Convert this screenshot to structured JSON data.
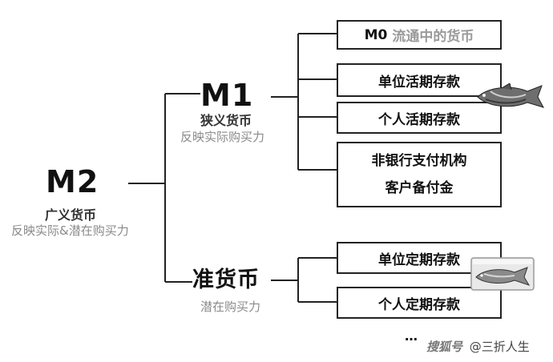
{
  "m2": {
    "title": "M2",
    "label": "广义货币",
    "description": "反映实际&潜在购买力"
  },
  "m1": {
    "title": "M1",
    "label": "狭义货币",
    "description": "反映实际购买力"
  },
  "quasi": {
    "title": "准货币",
    "description": "潜在购买力"
  },
  "m1_boxes": {
    "m0_code": "M0",
    "m0_text": "流通中的货币",
    "unit_demand": "单位活期存款",
    "personal_demand": "个人活期存款",
    "nonbank_line1": "非银行支付机构",
    "nonbank_line2": "客户备付金"
  },
  "quasi_boxes": {
    "unit_time": "单位定期存款",
    "personal_time": "个人定期存款"
  },
  "ellipsis": "…",
  "watermark": {
    "logo": "搜狐号",
    "author": "@三折人生"
  },
  "colors": {
    "line": "#222222",
    "gray_text": "#8a8a8a",
    "dark_text": "#111111"
  }
}
